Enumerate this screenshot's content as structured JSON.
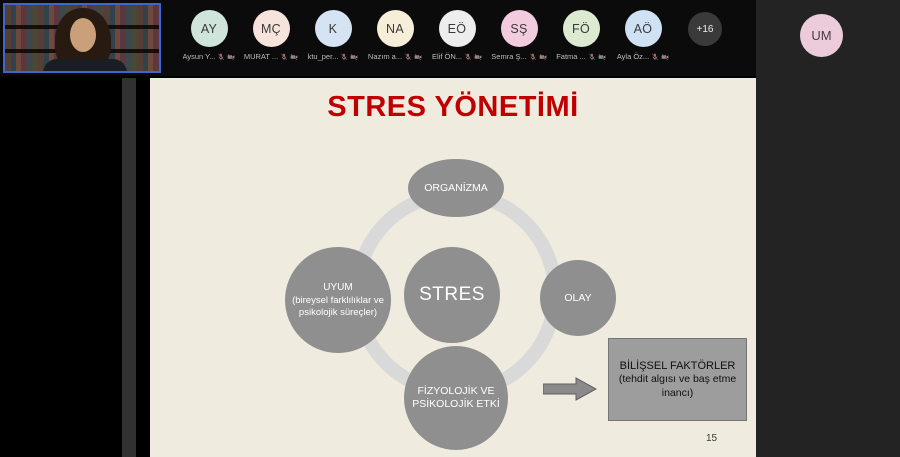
{
  "top_bar": {
    "participants": [
      {
        "initials": "AY",
        "name": "Aysun Y...",
        "color": "#cfe4da"
      },
      {
        "initials": "MÇ",
        "name": "MURAT ...",
        "color": "#f6e3dc"
      },
      {
        "initials": "K",
        "name": "ktu_per...",
        "color": "#d5e3f2"
      },
      {
        "initials": "NA",
        "name": "Nazım a...",
        "color": "#f6eed9"
      },
      {
        "initials": "EÖ",
        "name": "Elif ÖN...",
        "color": "#ededed"
      },
      {
        "initials": "SŞ",
        "name": "Semra Ş...",
        "color": "#f2cbde"
      },
      {
        "initials": "FÖ",
        "name": "Fatma ...",
        "color": "#dcead2"
      },
      {
        "initials": "AÖ",
        "name": "Ayla Öz...",
        "color": "#cfe2f4"
      }
    ],
    "overflow_label": "+16",
    "corner_participant": {
      "initials": "UM",
      "color": "#ecccda"
    }
  },
  "slide": {
    "title": "STRES YÖNETİMİ",
    "title_color": "#c00000",
    "page_number": "15",
    "diagram": {
      "node_color": "#8f8f8f",
      "center_label": "STRES",
      "top_label": "ORGANİZMA",
      "left_title": "UYUM",
      "left_subtitle": "(bireysel farklılıklar ve psikolojik süreçler)",
      "right_label": "OLAY",
      "bottom_label": "FİZYOLOJİK VE PSİKOLOJİK ETKİ",
      "callout_title": "BİLİŞSEL FAKTÖRLER",
      "callout_subtitle": "(tehdit algısı ve baş etme inancı)"
    }
  }
}
